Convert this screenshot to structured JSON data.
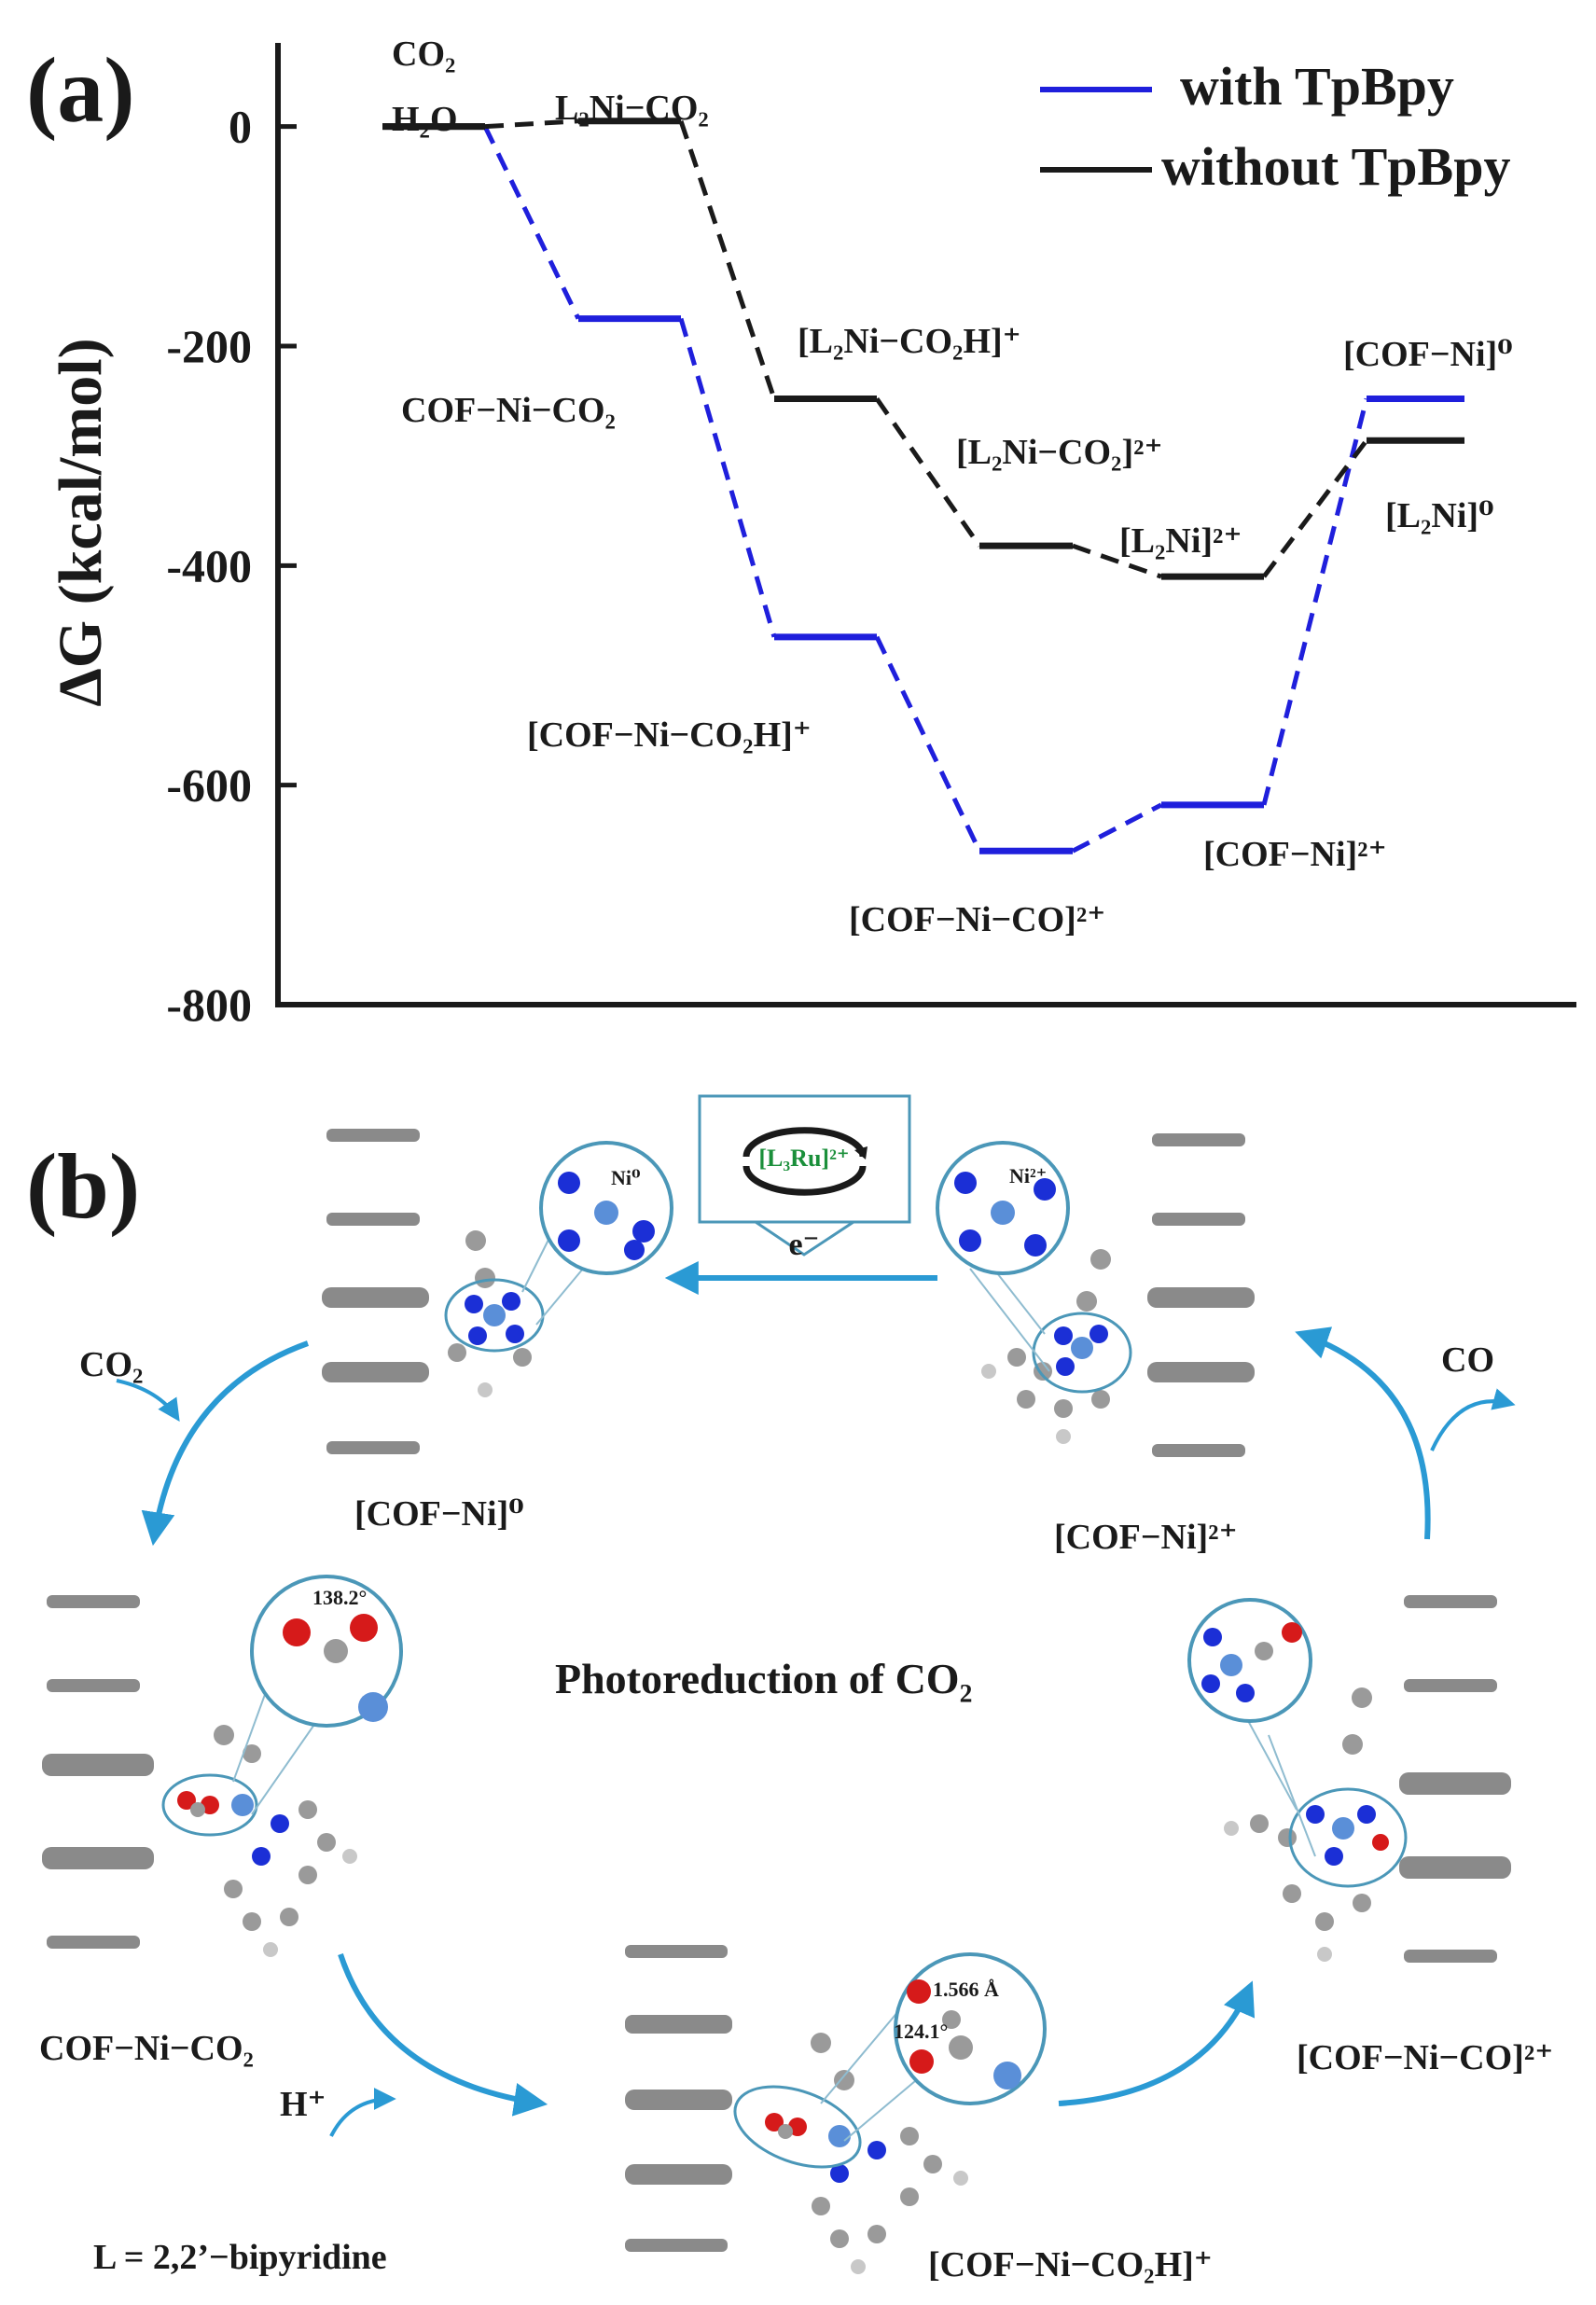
{
  "colors": {
    "with": "#1f1fdc",
    "without": "#1a1a1a",
    "arrow": "#2a9ad4",
    "ring": "#4b97b8",
    "n_atom": "#1b2fd6",
    "o_atom": "#d61a1a",
    "ni_atom": "#5a8fd8",
    "c_atom": "#9a9a9a",
    "h_atom": "#c8c8c8",
    "ru_text": "#1a8f3a"
  },
  "panel_a": {
    "letter": "(a)",
    "ylabel": "ΔG (kcal/mol)",
    "legend": [
      "with TpBpy",
      "without TpBpy"
    ],
    "reactants_co2": "CO₂",
    "reactants_h2o": "H₂O",
    "labels_with": [
      "COF−Ni−CO₂",
      "[COF−Ni−CO₂H]⁺",
      "[COF−Ni−CO]²⁺",
      "[COF−Ni]²⁺",
      "[COF−Ni]⁰"
    ],
    "labels_without": [
      "L₂Ni−CO₂",
      "[L₂Ni−CO₂H]⁺",
      "[L₂Ni−CO₂]²⁺",
      "[L₂Ni]²⁺",
      "[L₂Ni]⁰"
    ]
  },
  "chart_data": {
    "type": "line",
    "x": [
      0,
      1,
      2,
      3,
      4,
      5
    ],
    "series": [
      {
        "name": "with TpBpy",
        "values": [
          0,
          -175,
          -465,
          -660,
          -618,
          -248
        ]
      },
      {
        "name": "without TpBpy",
        "values": [
          0,
          5,
          -248,
          -382,
          -410,
          -286
        ]
      }
    ],
    "ylabel": "ΔG (kcal/mol)",
    "ylim": [
      -800,
      100
    ],
    "yticks": [
      0,
      -200,
      -400,
      -600,
      -800
    ],
    "legend_position": "top-right",
    "grid": false
  },
  "panel_b": {
    "letter": "(b)",
    "title": "Photoreduction of CO₂",
    "ru_label": "[L₃Ru]²⁺",
    "electron": "e⁻",
    "in_co2": "CO₂",
    "out_co": "CO",
    "in_h": "H⁺",
    "definition": "L = 2,2’−bipyridine",
    "states": {
      "top_left": "[COF−Ni]⁰",
      "top_right": "[COF−Ni]²⁺",
      "mid_left": "COF−Ni−CO₂",
      "mid_right": "[COF−Ni−CO]²⁺",
      "bottom": "[COF−Ni−CO₂H]⁺"
    },
    "ni0": "Ni⁰",
    "ni2": "Ni²⁺",
    "angle1": "138.2°",
    "bond": "1.566 Å",
    "angle2": "124.1°"
  }
}
